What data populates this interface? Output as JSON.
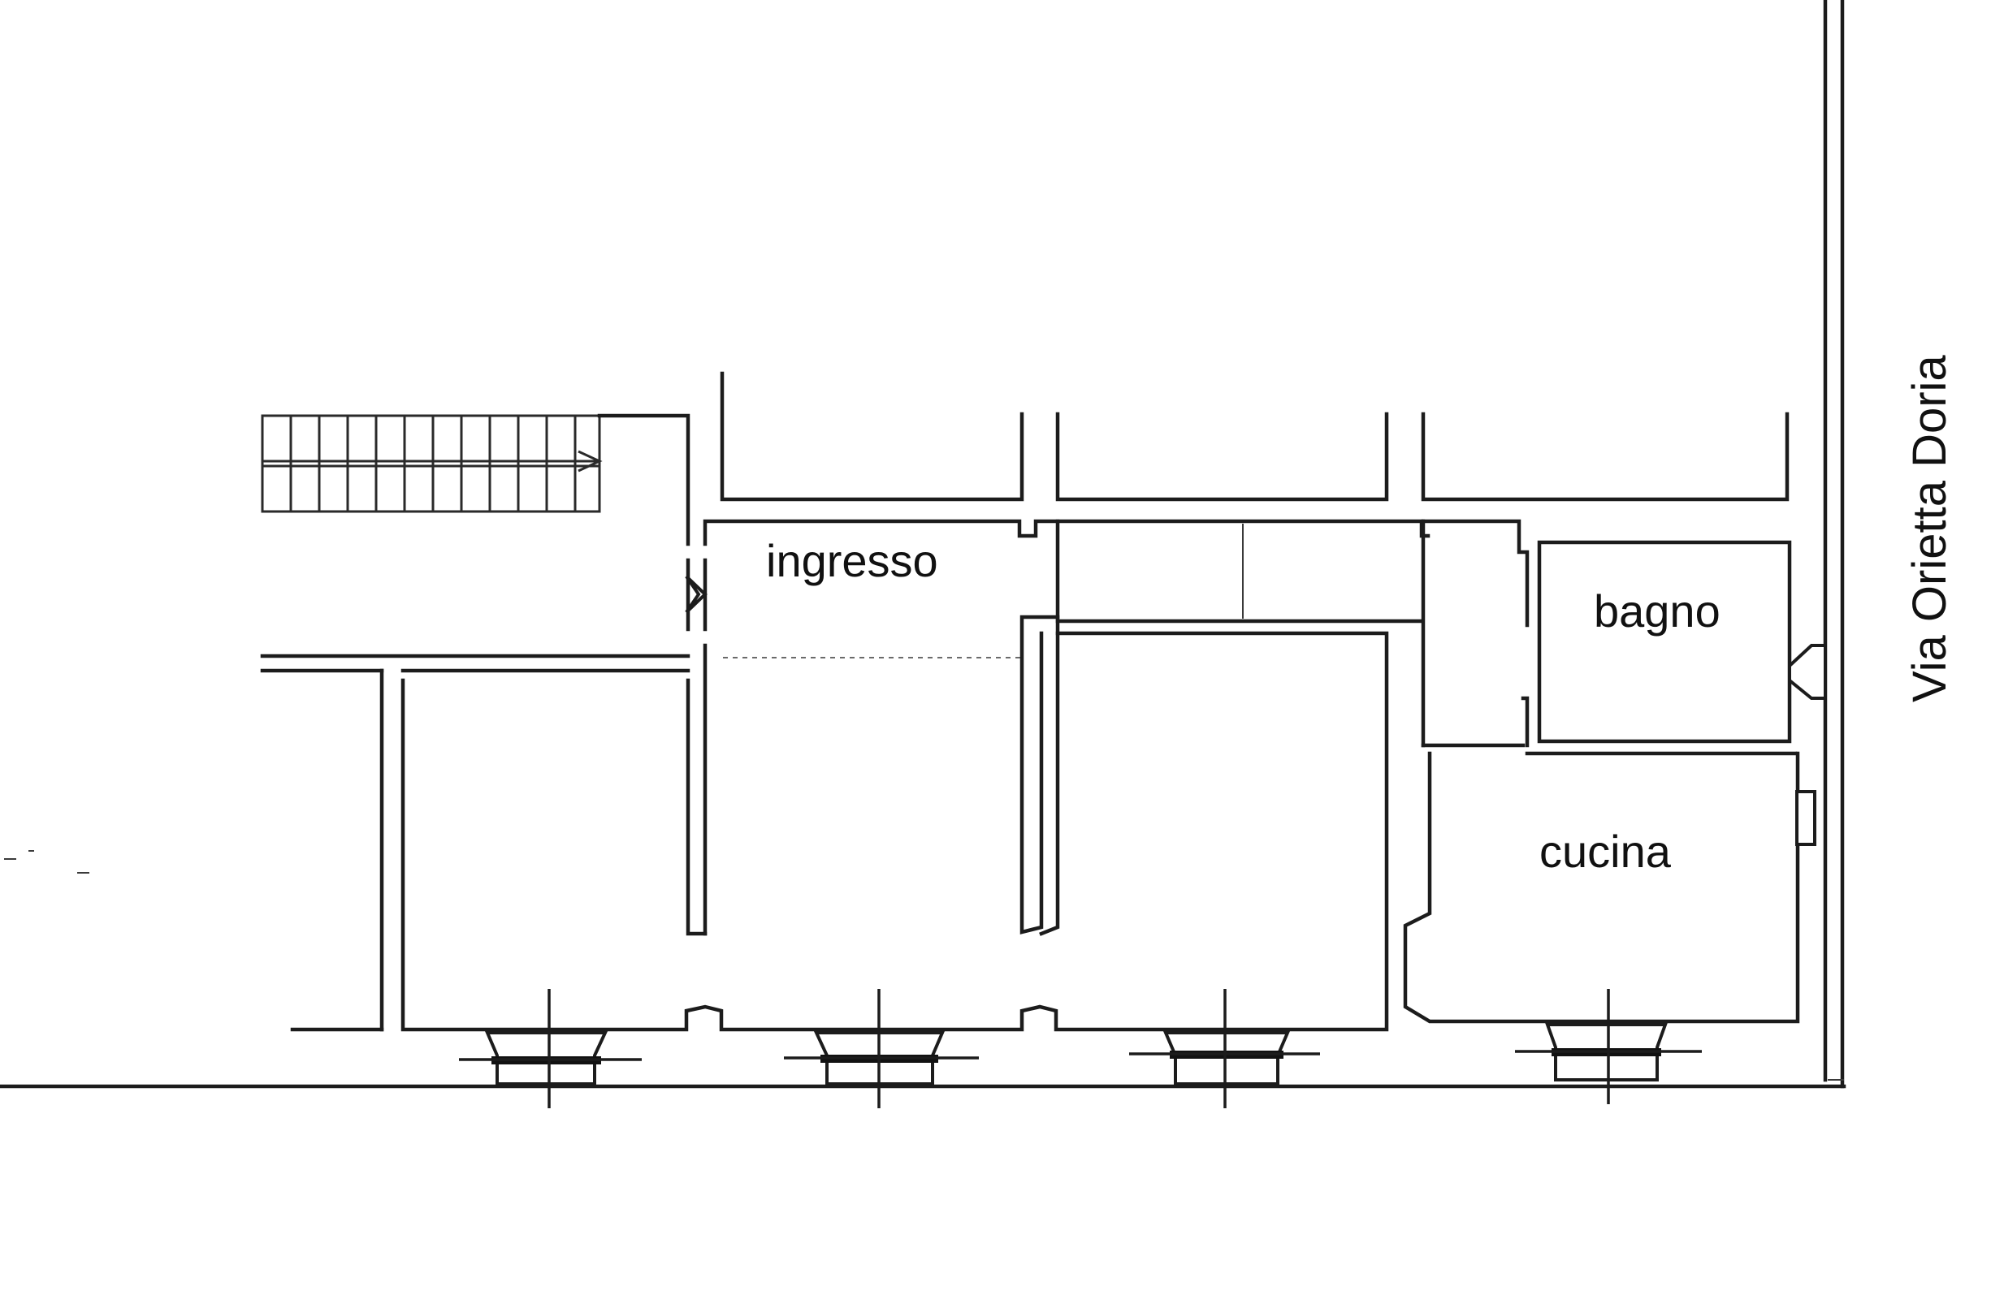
{
  "rooms": {
    "ingresso": "ingresso",
    "bagno": "bagno",
    "cucina": "cucina"
  },
  "street": "Via Orietta Doria"
}
